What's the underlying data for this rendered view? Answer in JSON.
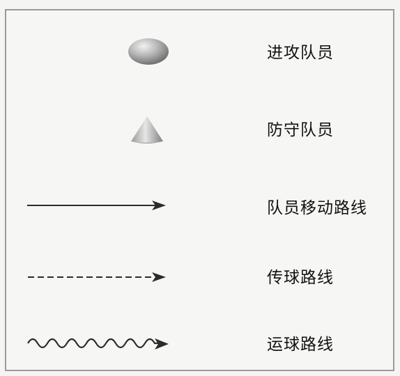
{
  "legend": {
    "items": [
      {
        "symbol": "ellipse-icon",
        "label": "进攻队员"
      },
      {
        "symbol": "cone-icon",
        "label": "防守队员"
      },
      {
        "symbol": "solid-arrow-icon",
        "label": "队员移动路线"
      },
      {
        "symbol": "dashed-arrow-icon",
        "label": "传球路线"
      },
      {
        "symbol": "wavy-arrow-icon",
        "label": "运球路线"
      }
    ]
  },
  "colors": {
    "line": "#2b2b2b",
    "frame": "#9a9a9a",
    "ellipse_dark": "#6d6d6d",
    "ellipse_light": "#e8e8e8",
    "cone_dark": "#8a8a8a",
    "cone_light": "#e4e4e4"
  }
}
